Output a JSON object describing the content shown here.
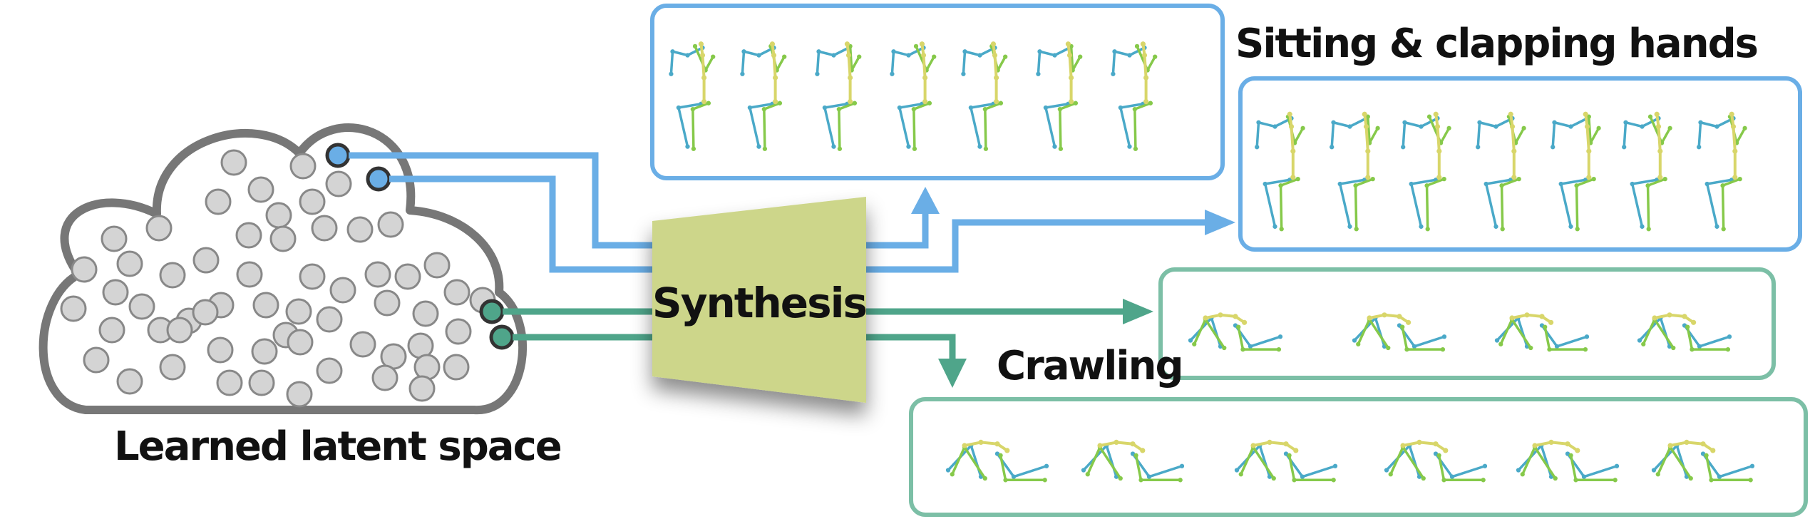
{
  "labels": {
    "latent_space": "Learned latent space",
    "synthesis": "Synthesis",
    "sitting": "Sitting & clapping hands",
    "crawling": "Crawling"
  },
  "colors": {
    "blue": "#6aaee6",
    "teal": "#4fa58a",
    "skeleton_blue": "#4aa9c8",
    "skeleton_green": "#86c94a",
    "skeleton_yellow": "#d8d66a",
    "synthesis_fill": "#cdd68a",
    "cloud_stroke": "#777777",
    "dot_fill": "#d4d4d4"
  },
  "icons": {
    "latent": "cloud-icon",
    "synthesis": "trapezoid-block",
    "pose": "skeleton-pose-icon"
  }
}
